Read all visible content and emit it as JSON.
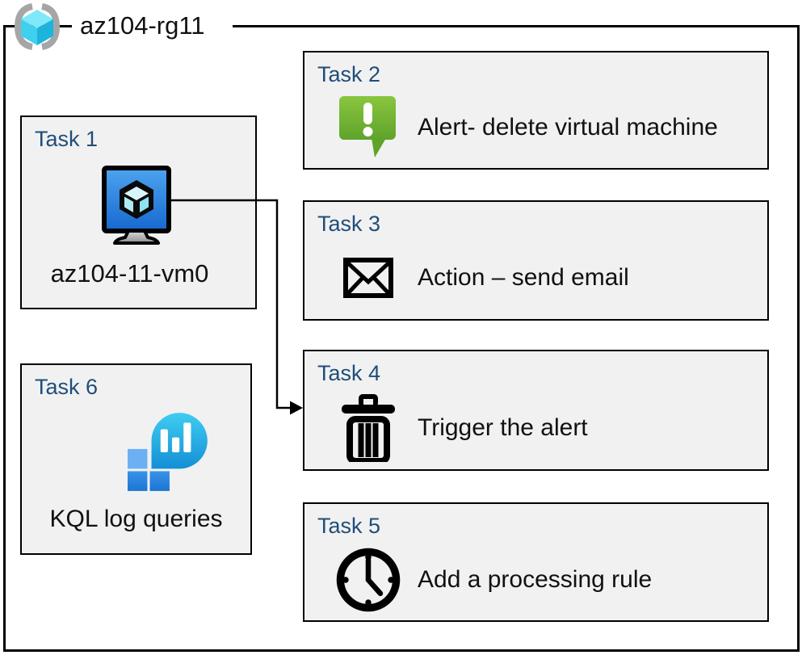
{
  "resource_group": {
    "name": "az104-rg11",
    "icon": "resource-group-icon"
  },
  "tasks": [
    {
      "label": "Task 1",
      "icon": "virtual-machine-icon",
      "text": "az104-11-vm0"
    },
    {
      "label": "Task 2",
      "icon": "alert-icon",
      "text": "Alert- delete virtual machine"
    },
    {
      "label": "Task 3",
      "icon": "email-icon",
      "text": "Action – send email"
    },
    {
      "label": "Task 4",
      "icon": "trash-icon",
      "text": "Trigger the alert"
    },
    {
      "label": "Task 5",
      "icon": "clock-icon",
      "text": "Add a processing rule"
    },
    {
      "label": "Task 6",
      "icon": "kql-log-analytics-icon",
      "text": "KQL log queries"
    }
  ],
  "connector": {
    "from": "Task 1",
    "to": "Task 4"
  },
  "colors": {
    "task_label_blue": "#1F4E79",
    "box_fill": "#F1F1F1",
    "alert_green_top": "#8AC63F",
    "alert_green_bottom": "#5FA32B",
    "vm_screen_top": "#4DA4EF",
    "vm_screen_bottom": "#1668CF",
    "kql_cyan_top": "#3ECDF0",
    "kql_cyan_bottom": "#148FD6",
    "kql_square_light": "#6CB0F4",
    "kql_square_dark": "#1C74D4",
    "rg_bracket_gray": "#A6A6A6",
    "rg_cube_cyan": "#3FD0EE"
  }
}
